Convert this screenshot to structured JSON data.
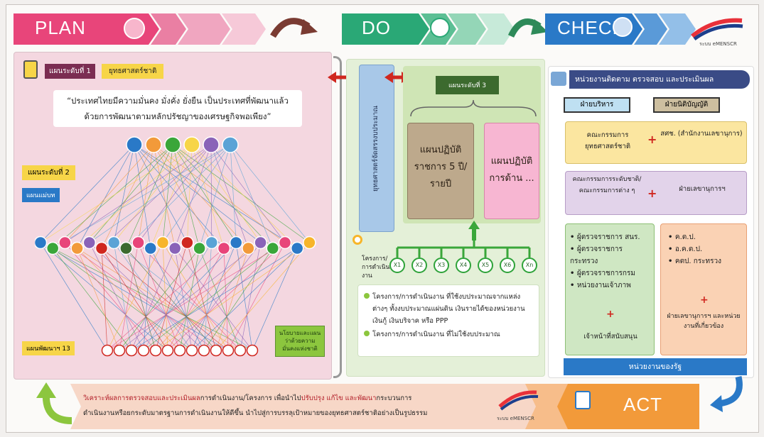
{
  "header": {
    "plan": "PLAN",
    "do": "DO",
    "check": "CHECK",
    "act": "ACT",
    "logo_text": "ระบบ eMENSCR"
  },
  "plan": {
    "level1_label": "แผนระดับที่ 1",
    "level1_title": "ยุทธศาสตร์ชาติ",
    "vision": "“ประเทศไทยมีความมั่นคง มั่งคั่ง ยั่งยืน เป็นประเทศที่พัฒนาแล้ว ด้วยการพัฒนาตามหลักปรัชญาของเศรษฐกิจพอเพียง”",
    "level2_label": "แผนระดับที่ 2",
    "master_plan_label": "แผนแม่บท",
    "dev_plan_label": "แผนพัฒนาฯ 13",
    "security_policy_label": "นโยบายและแผนว่าด้วยความมั่นคงแห่งชาติ"
  },
  "do": {
    "vertical_label": "ยุทธศาสตร์จัดสรรงบประมาณ",
    "level3_label": "แผนระดับที่ 3",
    "plan_a": "แผนปฏิบัติราชการ 5 ปี/รายปี",
    "plan_b": "แผนปฏิบัติการด้าน ...",
    "projects_label": "โครงการ/การดำเนินงาน",
    "x_nodes": [
      "X1",
      "X2",
      "X3",
      "X4",
      "X5",
      "X6",
      "Xn"
    ],
    "bullet1": "โครงการ/การดำเนินงาน ที่ใช้งบประมาณจากแหล่งต่างๆ ทั้งงบประมาณแผ่นดิน เงินรายได้ของหน่วยงาน เงินกู้ เงินบริจาค หรือ PPP",
    "bullet2": "โครงการ/การดำเนินงาน ที่ไม่ใช้งบประมาณ"
  },
  "check": {
    "title": "หน่วยงานติดตาม ตรวจสอบ และประเมินผล",
    "exec_label": "ฝ่ายบริหาร",
    "leg_label": "ฝ่ายนิติบัญญัติ",
    "box1_left": "คณะกรรมการยุทธศาสตร์ชาติ",
    "box1_right": "สศช. (สำนักงานเลขานุการ)",
    "box2_left": "คณะกรรมการระดับชาติ/คณะกรรมการต่าง ๆ",
    "box2_right": "ฝ่ายเลขานุการฯ",
    "left_items": [
      "ผู้ตรวจราชการ สนร.",
      "ผู้ตรวจราชการกระทรวง",
      "ผู้ตรวจราชการกรม",
      "หน่วยงานเจ้าภาพ"
    ],
    "left_footer": "เจ้าหน้าที่สนับสนุน",
    "right_items": [
      "ค.ต.ป.",
      "อ.ค.ต.ป.",
      "คตป. กระทรวง"
    ],
    "right_footer": "ฝ่ายเลขานุการฯ และหน่วยงานที่เกี่ยวข้อง",
    "footer": "หน่วยงานของรัฐ"
  },
  "act": {
    "line1_pre": "วิเคราะห์ผลการตรวจสอบและประเมินผล",
    "line1_mid": "การดำเนินงาน/โครงการ เพื่อนำไป",
    "line1_hl": "ปรับปรุง แก้ไข และพัฒนา",
    "line1_post": "กระบวนการ",
    "line2": "ดำเนินงานหรือยกระดับมาตรฐานการดำเนินงานให้ดีขึ้น นำไปสู่การบรรลุเป้าหมายของยุทธศาสตร์ชาติอย่างเป็นรูปธรรม"
  },
  "colors": {
    "plan": "#e8457a",
    "do": "#2aa876",
    "check": "#2a79c7",
    "act": "#f29a3a",
    "green_box": "#8cc63e",
    "navy": "#3a4b86"
  }
}
